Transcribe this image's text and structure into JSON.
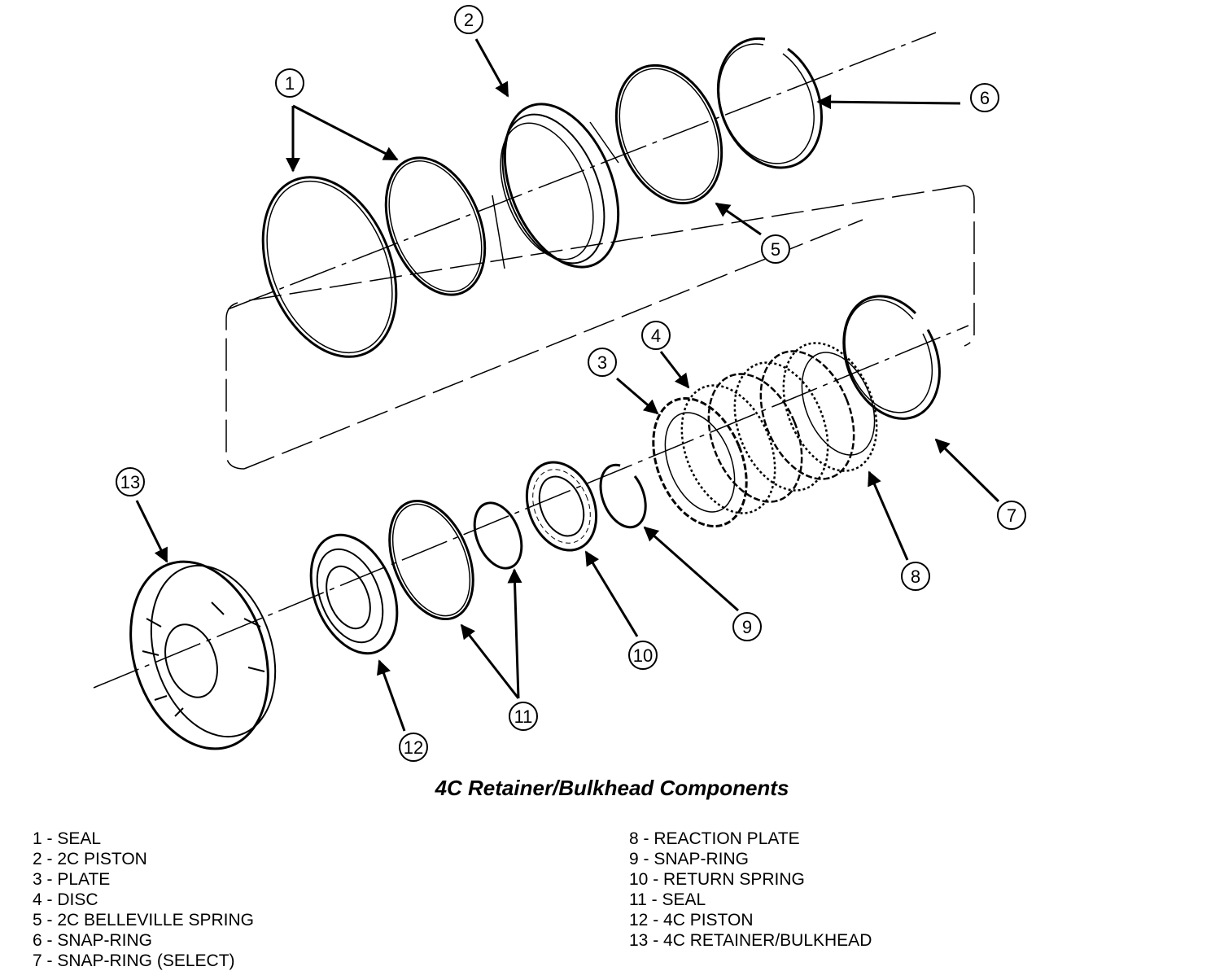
{
  "caption": "4C Retainer/Bulkhead Components",
  "callouts": [
    "1",
    "2",
    "3",
    "4",
    "5",
    "6",
    "7",
    "8",
    "9",
    "10",
    "11",
    "12",
    "13"
  ],
  "legend_left": [
    "1 - SEAL",
    "2 - 2C PISTON",
    "3 - PLATE",
    "4 - DISC",
    "5 - 2C BELLEVILLE SPRING",
    "6 - SNAP-RING",
    "7 - SNAP-RING (SELECT)"
  ],
  "legend_right": [
    "8 - REACTION PLATE",
    "9 - SNAP-RING",
    "10 - RETURN SPRING",
    "11 - SEAL",
    "12 - 4C PISTON",
    "13 - 4C RETAINER/BULKHEAD"
  ]
}
